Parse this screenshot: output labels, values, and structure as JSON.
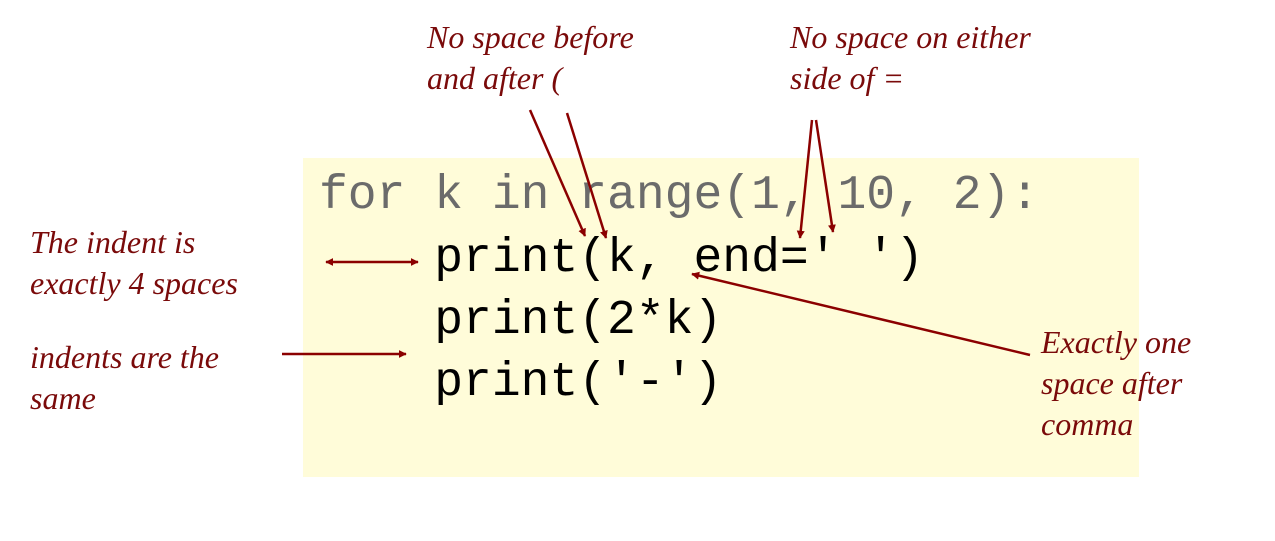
{
  "code": {
    "lines": [
      "for k in range(1, 10, 2):",
      "    print(k, end=' ')",
      "    print(2*k)",
      "    print('-')"
    ],
    "header_color": "#6b6b6b",
    "body_color": "#000000",
    "background": "#fffcd9"
  },
  "annotations": {
    "paren": {
      "line1": "No space before",
      "line2": "and after ("
    },
    "equals": {
      "line1": "No space on either",
      "line2": "side of ="
    },
    "indent": {
      "line1": "The indent is",
      "line2": "exactly 4 spaces"
    },
    "same": {
      "line1": "indents are the",
      "line2": "same"
    },
    "comma": {
      "line1": "Exactly one",
      "line2": "space after",
      "line3": "comma"
    },
    "color": "#7a0a0a"
  },
  "arrow_color": "#8b0000"
}
